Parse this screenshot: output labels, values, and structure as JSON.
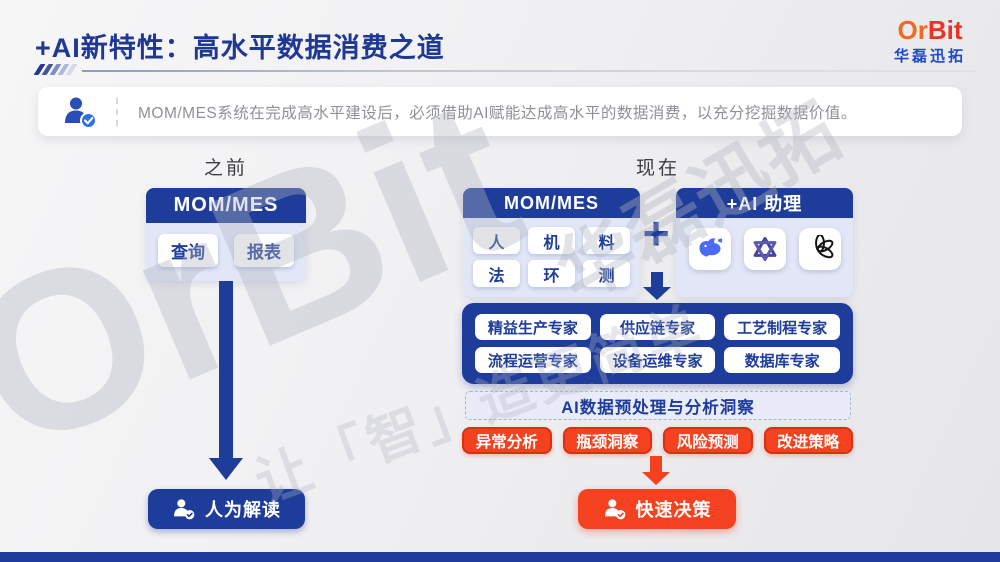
{
  "title": "+AI新特性：高水平数据消费之道",
  "logo": {
    "name_or": "Or",
    "name_bit": "Bit",
    "subtitle": "华磊迅拓"
  },
  "banner": {
    "text": "MOM/MES系统在完成高水平建设后，必须借助AI赋能达成高水平的数据消费，以充分挖掘数据价值。"
  },
  "before": {
    "label": "之前",
    "system": {
      "title": "MOM/MES",
      "items": [
        "查询",
        "报表"
      ]
    },
    "result": "人为解读"
  },
  "now": {
    "label": "现在",
    "system": {
      "title": "MOM/MES",
      "items": [
        "人",
        "机",
        "料",
        "法",
        "环",
        "测"
      ]
    },
    "plus": "+",
    "assistant": {
      "title": "+AI 助理",
      "icons": [
        {
          "name": "deepseek-whale-icon"
        },
        {
          "name": "qwen-hexagram-icon"
        },
        {
          "name": "openai-knot-icon"
        }
      ]
    },
    "experts": [
      "精益生产专家",
      "供应链专家",
      "工艺制程专家",
      "流程运营专家",
      "设备运维专家",
      "数据库专家"
    ],
    "analysis_bar": "AI数据预处理与分析洞察",
    "analysis_tags": [
      "异常分析",
      "瓶颈洞察",
      "风险预测",
      "改进策略"
    ],
    "result": "快速决策"
  },
  "watermarks": {
    "brand": "OrBit",
    "company": "华磊迅拓",
    "slogan": "让「智」造更简单"
  },
  "colors": {
    "navy": "#1e3c99",
    "lavender": "#e2e6f6",
    "red": "#f4411f",
    "title_navy": "#1e3893",
    "logo_orange": "#f26a21",
    "logo_red": "#e93323",
    "logo_blue": "#1d4acd",
    "banner_text_gray": "#8f9096"
  }
}
